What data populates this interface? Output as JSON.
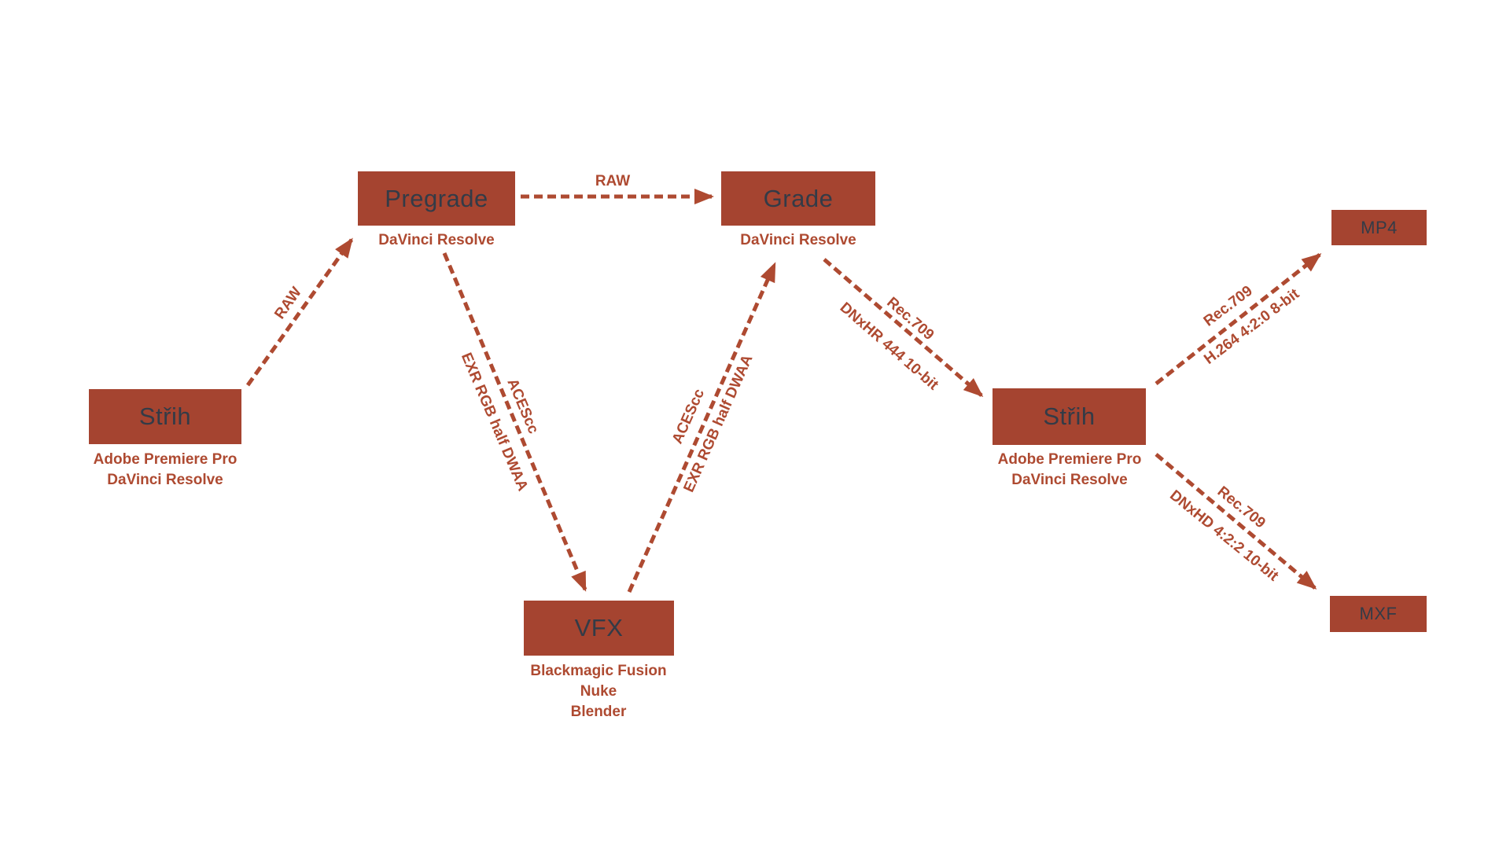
{
  "diagram": {
    "colors": {
      "node_fill": "#A54430",
      "accent": "#AE4A31",
      "node_title_text": "#333B47",
      "background": "#FFFFFF"
    },
    "nodes": [
      {
        "id": "strih-left",
        "title": "Střih",
        "subtitle_lines": [
          "Adobe Premiere Pro",
          "DaVinci Resolve"
        ]
      },
      {
        "id": "pregrade",
        "title": "Pregrade",
        "subtitle_lines": [
          "DaVinci Resolve"
        ]
      },
      {
        "id": "grade",
        "title": "Grade",
        "subtitle_lines": [
          "DaVinci Resolve"
        ]
      },
      {
        "id": "vfx",
        "title": "VFX",
        "subtitle_lines": [
          "Blackmagic Fusion",
          "Nuke",
          "Blender"
        ]
      },
      {
        "id": "strih-right",
        "title": "Střih",
        "subtitle_lines": [
          "Adobe Premiere Pro",
          "DaVinci Resolve"
        ]
      },
      {
        "id": "mp4",
        "title": "MP4",
        "subtitle_lines": []
      },
      {
        "id": "mxf",
        "title": "MXF",
        "subtitle_lines": []
      }
    ],
    "edges": [
      {
        "from": "strih-left",
        "to": "pregrade",
        "labels": [
          "RAW"
        ]
      },
      {
        "from": "pregrade",
        "to": "grade",
        "labels": [
          "RAW"
        ]
      },
      {
        "from": "pregrade",
        "to": "vfx",
        "labels": [
          "ACEScc",
          "EXR RGB half DWAA"
        ]
      },
      {
        "from": "vfx",
        "to": "grade",
        "labels": [
          "ACEScc",
          "EXR RGB half DWAA"
        ]
      },
      {
        "from": "grade",
        "to": "strih-right",
        "labels": [
          "Rec.709",
          "DNxHR 444 10-bit"
        ]
      },
      {
        "from": "strih-right",
        "to": "mp4",
        "labels": [
          "Rec.709",
          "H.264 4:2:0 8-bit"
        ]
      },
      {
        "from": "strih-right",
        "to": "mxf",
        "labels": [
          "Rec.709",
          "DNxHD 4:2:2 10-bit"
        ]
      }
    ]
  }
}
